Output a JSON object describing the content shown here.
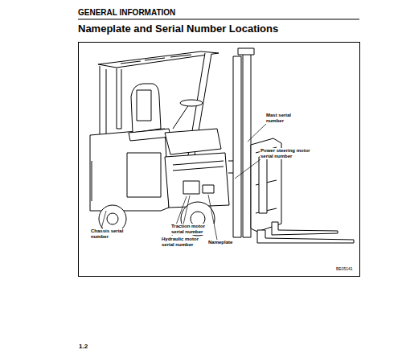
{
  "diagram": {
    "title": "Nameplate and Serial Number Locations",
    "labels": [
      "GENERAL INFORMATION",
      "Mast serial number",
      "Power steering motor serial number",
      "Traction motor serial number",
      "Hydraulic motor serial number",
      "Chassis serial number",
      "Nameplate",
      "BE05141",
      "1.2"
    ]
  }
}
